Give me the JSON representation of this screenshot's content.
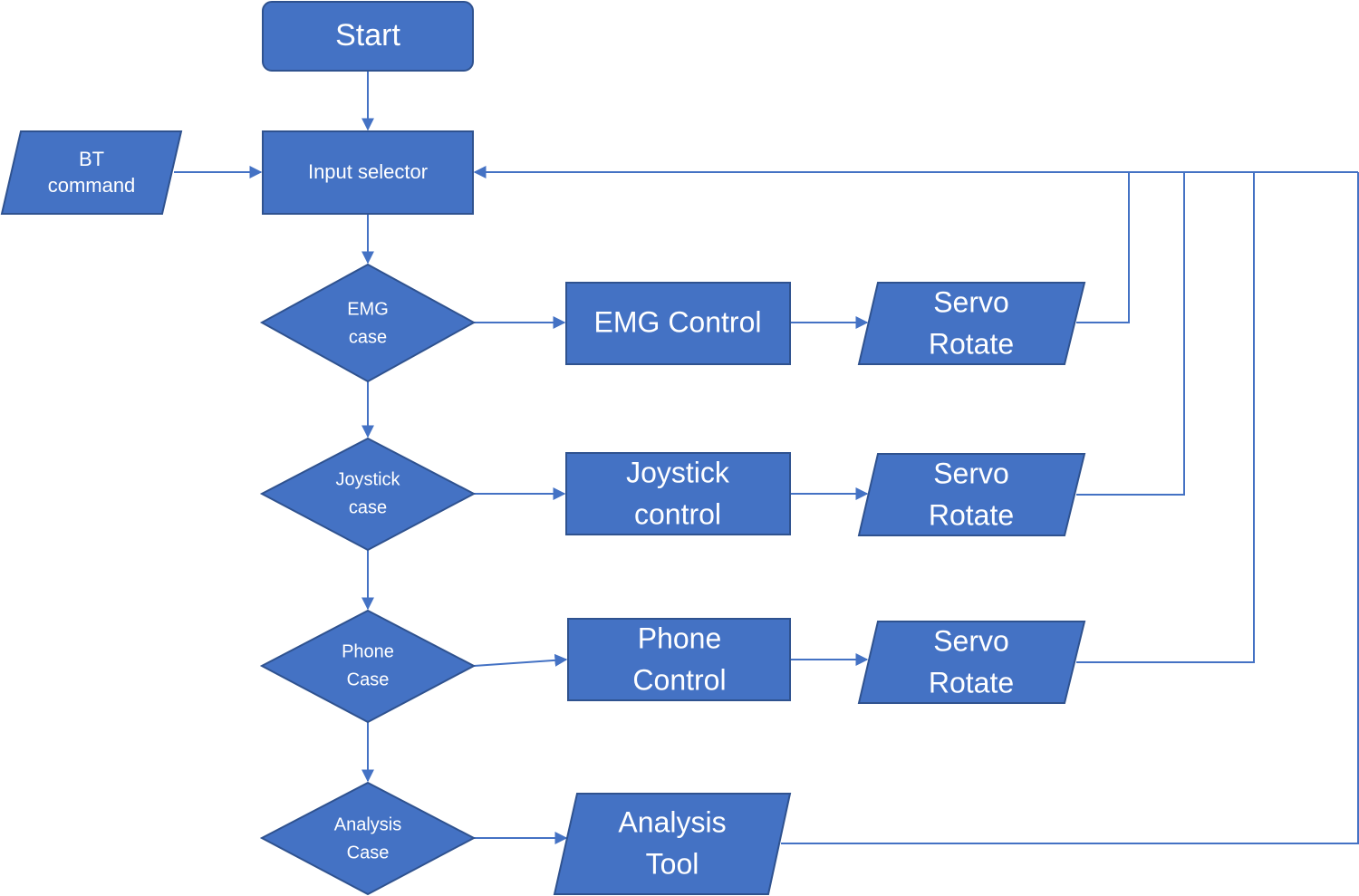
{
  "nodes": {
    "start": {
      "label": "Start"
    },
    "bt_command": {
      "lines": [
        "BT",
        "command"
      ]
    },
    "input_selector": {
      "label": "Input selector"
    },
    "emg_case": {
      "lines": [
        "EMG",
        "case"
      ]
    },
    "joystick_case": {
      "lines": [
        "Joystick",
        "case"
      ]
    },
    "phone_case": {
      "lines": [
        "Phone",
        "Case"
      ]
    },
    "analysis_case": {
      "lines": [
        "Analysis",
        "Case"
      ]
    },
    "emg_control": {
      "label": "EMG Control"
    },
    "joystick_control": {
      "lines": [
        "Joystick",
        "control"
      ]
    },
    "phone_control": {
      "lines": [
        "Phone",
        "Control"
      ]
    },
    "analysis_tool": {
      "lines": [
        "Analysis",
        "Tool"
      ]
    },
    "servo_rotate_1": {
      "lines": [
        "Servo",
        "Rotate"
      ]
    },
    "servo_rotate_2": {
      "lines": [
        "Servo",
        "Rotate"
      ]
    },
    "servo_rotate_3": {
      "lines": [
        "Servo",
        "Rotate"
      ]
    }
  },
  "colors": {
    "fill": "#4472C4",
    "stroke": "#2F528F",
    "text": "#FFFFFF",
    "connector": "#4472C4"
  }
}
